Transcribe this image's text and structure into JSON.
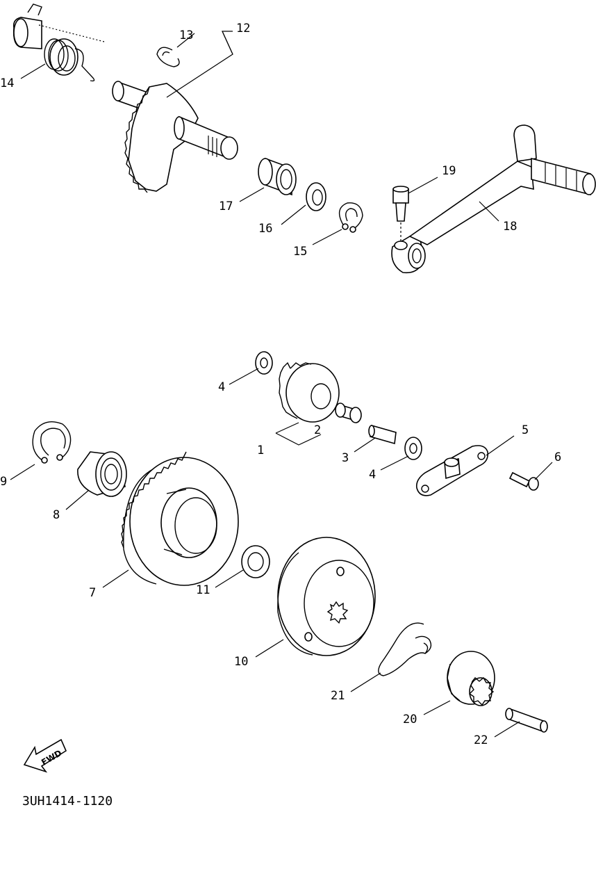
{
  "diagram_code": "3UH1414-1120",
  "fwd_label": "FWD",
  "callouts": {
    "c1": "1",
    "c2": "2",
    "c3": "3",
    "c4a": "4",
    "c4b": "4",
    "c5": "5",
    "c6": "6",
    "c7": "7",
    "c8": "8",
    "c9": "9",
    "c10": "10",
    "c11": "11",
    "c12": "12",
    "c13": "13",
    "c14": "14",
    "c15": "15",
    "c16": "16",
    "c17": "17",
    "c18": "18",
    "c19": "19",
    "c20": "20",
    "c21": "21",
    "c22": "22"
  }
}
